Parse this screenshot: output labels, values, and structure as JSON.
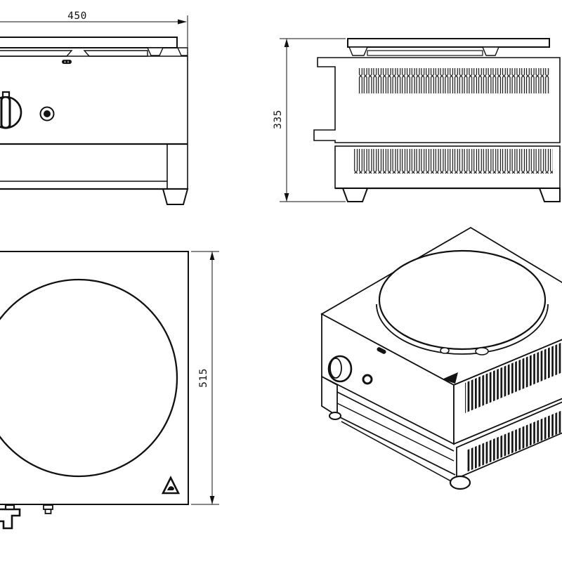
{
  "drawing": {
    "dimension_labels": {
      "front_width": "450",
      "side_height": "335",
      "top_depth": "515"
    },
    "colors": {
      "line": "#111111",
      "background": "#ffffff"
    },
    "icons": {
      "warning": "hot-surface-warning-triangle"
    }
  }
}
